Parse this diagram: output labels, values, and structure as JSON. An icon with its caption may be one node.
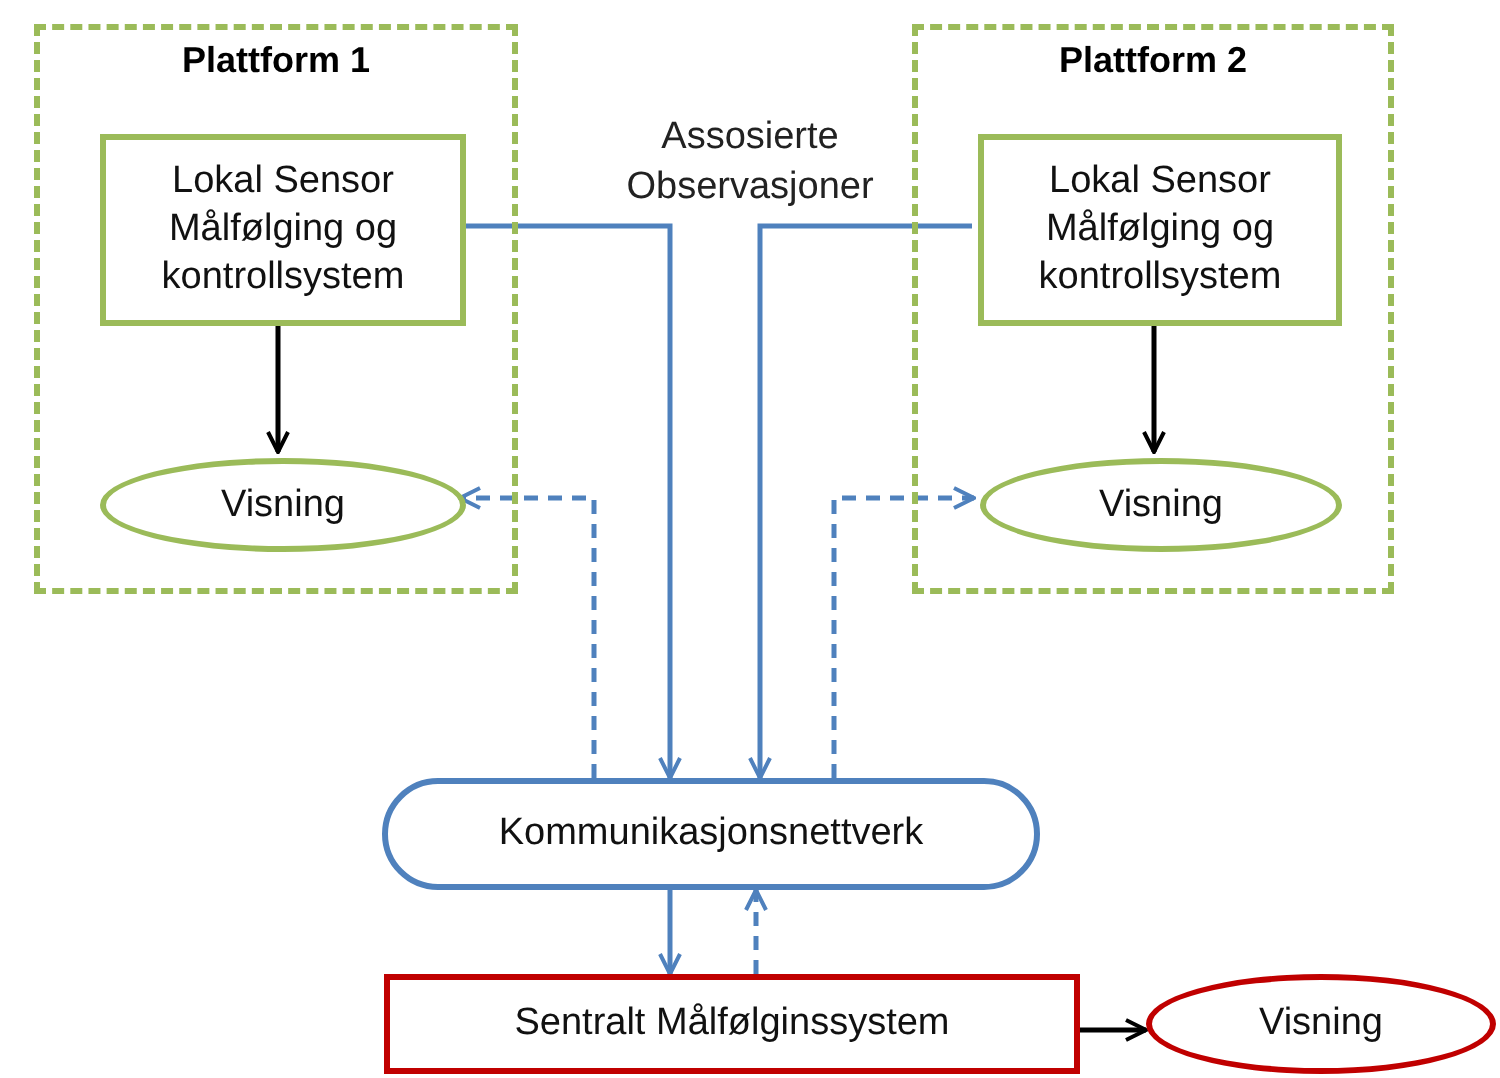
{
  "diagram": {
    "nodes": [
      {
        "text": [
          "Plattform 1"
        ]
      },
      {
        "text": [
          "Lokal Sensor Målfølging og kontrollsystem"
        ],
        "in": 0
      },
      {
        "text": [
          "Visning"
        ],
        "in": 0
      },
      {
        "text": [
          "Plattform 2"
        ]
      },
      {
        "text": [
          "Lokal Sensor Målfølging og kontrollsystem"
        ],
        "in": 3
      },
      {
        "text": [
          "Visning"
        ],
        "in": 3
      },
      {
        "text": [
          "Kommunikasjonsnettverk"
        ]
      },
      {
        "text": [
          "Sentralt Målfølginssystem"
        ]
      },
      {
        "text": [
          "Visning"
        ]
      }
    ],
    "edges": [
      {
        "from": 1,
        "to": 2,
        "arrow": "to",
        "color": "#000000"
      },
      {
        "from": 4,
        "to": 5,
        "arrow": "to",
        "color": "#000000"
      },
      {
        "from": 1,
        "to": 6,
        "arrow": "to"
      },
      {
        "from": 4,
        "to": 6,
        "arrow": "to"
      },
      {
        "from": 6,
        "to": 2,
        "arrow": "to",
        "style": "dashed"
      },
      {
        "from": 6,
        "to": 5,
        "arrow": "to",
        "style": "dashed"
      },
      {
        "from": 6,
        "to": 7,
        "arrow": "to"
      },
      {
        "from": 7,
        "to": 6,
        "arrow": "to",
        "style": "dashed"
      },
      {
        "from": 7,
        "to": 8,
        "arrow": "to",
        "color": "#000000"
      }
    ],
    "labels": [
      "Assosierte Observasjoner"
    ]
  }
}
